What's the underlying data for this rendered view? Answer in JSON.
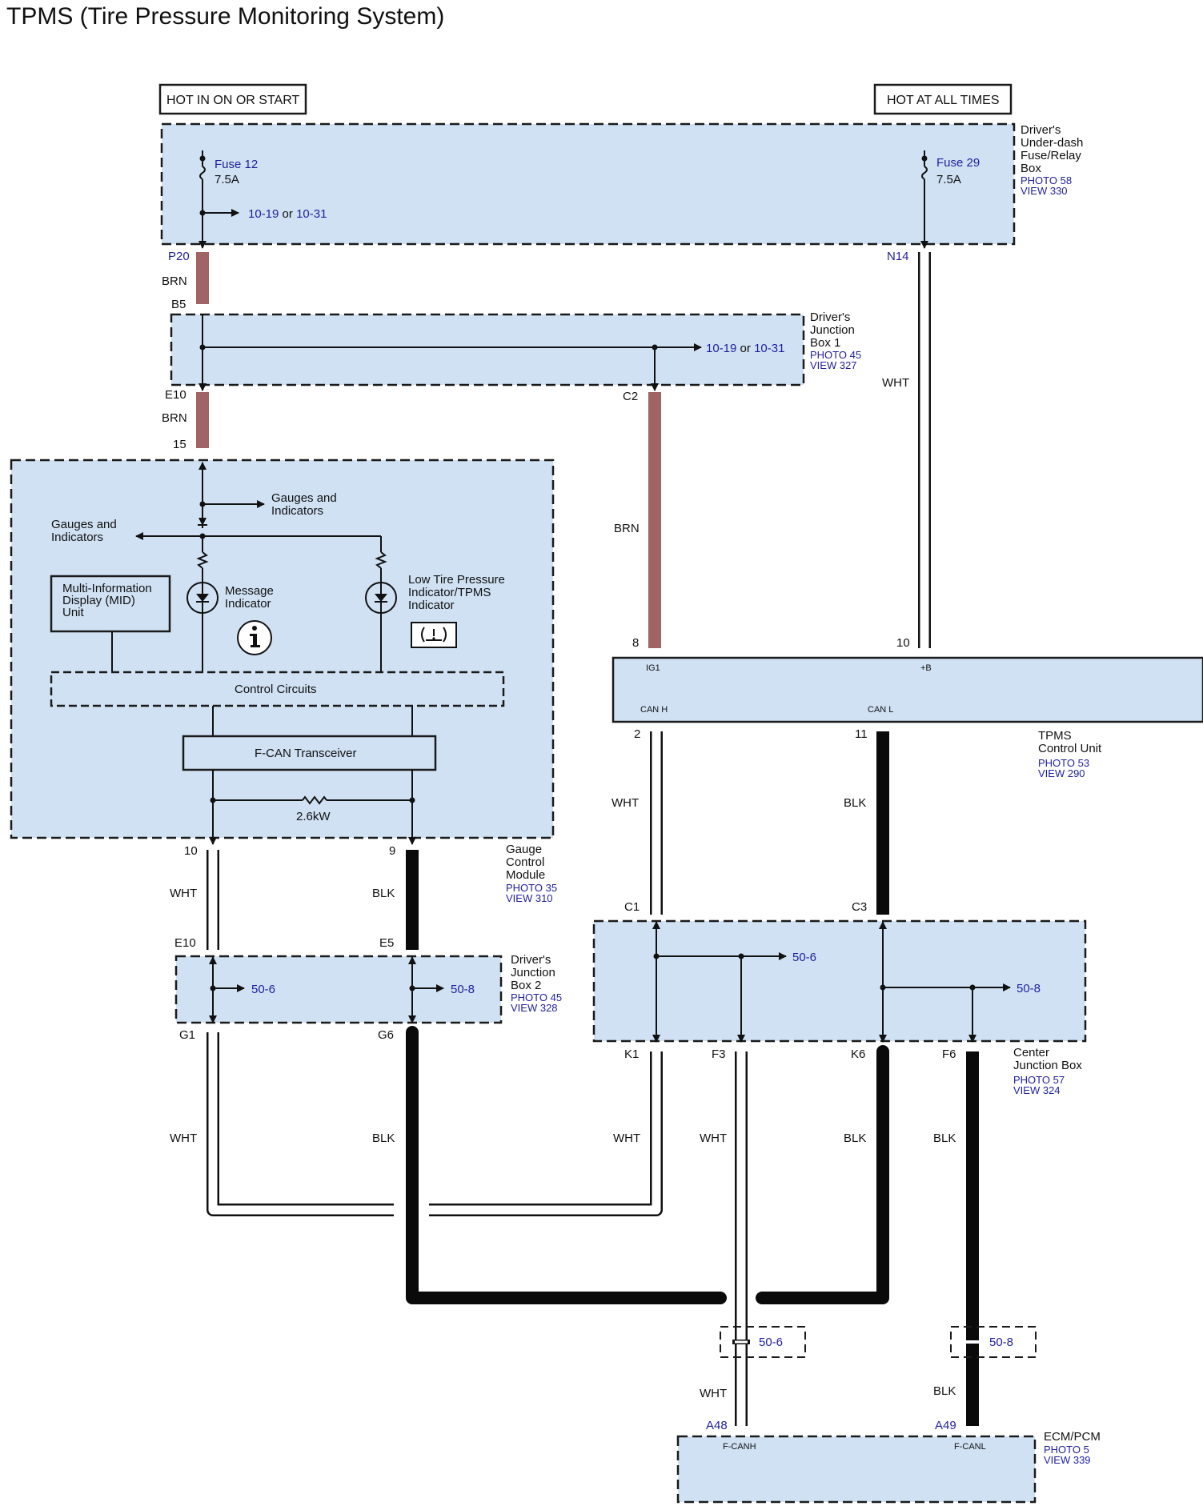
{
  "title": "TPMS (Tire Pressure Monitoring System)",
  "power": {
    "hot_on_start": "HOT IN ON OR START",
    "hot_all_times": "HOT AT ALL TIMES"
  },
  "fuse_box": {
    "name_lines": [
      "Driver's",
      "Under-dash",
      "Fuse/Relay",
      "Box"
    ],
    "photo": "PHOTO 58",
    "view": "VIEW 330",
    "fuse12_name": "Fuse 12",
    "fuse12_rating": "7.5A",
    "fuse29_name": "Fuse 29",
    "fuse29_rating": "7.5A",
    "ref_a": "10-19",
    "ref_or": "or",
    "ref_b": "10-31"
  },
  "jb1": {
    "name_lines": [
      "Driver's",
      "Junction",
      "Box 1"
    ],
    "photo": "PHOTO 45",
    "view": "VIEW 327",
    "ref_a": "10-19",
    "ref_or": "or",
    "ref_b": "10-31"
  },
  "gauge": {
    "name_lines": [
      "Gauge",
      "Control",
      "Module"
    ],
    "photo": "PHOTO 35",
    "view": "VIEW 310",
    "gauges_a_lines": [
      "Gauges and",
      "Indicators"
    ],
    "gauges_b_lines": [
      "Gauges and",
      "Indicators"
    ],
    "mid_lines": [
      "Multi-Information",
      "Display (MID)",
      "Unit"
    ],
    "msg_lines": [
      "Message",
      "Indicator"
    ],
    "low_tire_lines": [
      "Low Tire Pressure",
      "Indicator/TPMS",
      "Indicator"
    ],
    "control_circuits": "Control Circuits",
    "fcan": "F-CAN Transceiver",
    "resistor": "2.6kW"
  },
  "tpms_unit": {
    "name_lines": [
      "TPMS",
      "Control Unit"
    ],
    "photo": "PHOTO 53",
    "view": "VIEW 290",
    "ig1": "IG1",
    "plus_b": "+B",
    "can_h": "CAN H",
    "can_l": "CAN L"
  },
  "jb2": {
    "name_lines": [
      "Driver's",
      "Junction",
      "Box 2"
    ],
    "photo": "PHOTO 45",
    "view": "VIEW 328",
    "ref_a": "50-6",
    "ref_b": "50-8"
  },
  "center_jb": {
    "name_lines": [
      "Center",
      "Junction Box"
    ],
    "photo": "PHOTO 57",
    "view": "VIEW 324",
    "ref_a": "50-6",
    "ref_b": "50-8"
  },
  "ecm": {
    "name": "ECM/PCM",
    "photo": "PHOTO 5",
    "view": "VIEW 339",
    "fcanh": "F-CANH",
    "fcanl": "F-CANL"
  },
  "inline": {
    "ref_a": "50-6",
    "ref_b": "50-8"
  },
  "pins": {
    "p20": "P20",
    "n14": "N14",
    "b5": "B5",
    "e10a": "E10",
    "p15": "15",
    "c2": "C2",
    "p8": "8",
    "p10a": "10",
    "p2": "2",
    "p11": "11",
    "p10b": "10",
    "p9": "9",
    "e10b": "E10",
    "e5": "E5",
    "g1": "G1",
    "g6": "G6",
    "c1": "C1",
    "c3": "C3",
    "k1": "K1",
    "f3": "F3",
    "k6": "K6",
    "f6": "F6",
    "a48": "A48",
    "a49": "A49"
  },
  "wires": {
    "brn1": "BRN",
    "brn2": "BRN",
    "brn3": "BRN",
    "wht_n14": "WHT",
    "wht_2": "WHT",
    "blk_11": "BLK",
    "wht_10": "WHT",
    "blk_9": "BLK",
    "wht_g1": "WHT",
    "blk_g6": "BLK",
    "wht_k1": "WHT",
    "wht_f3": "WHT",
    "blk_k6": "BLK",
    "blk_f6": "BLK",
    "wht_a48": "WHT",
    "blk_a49": "BLK"
  }
}
